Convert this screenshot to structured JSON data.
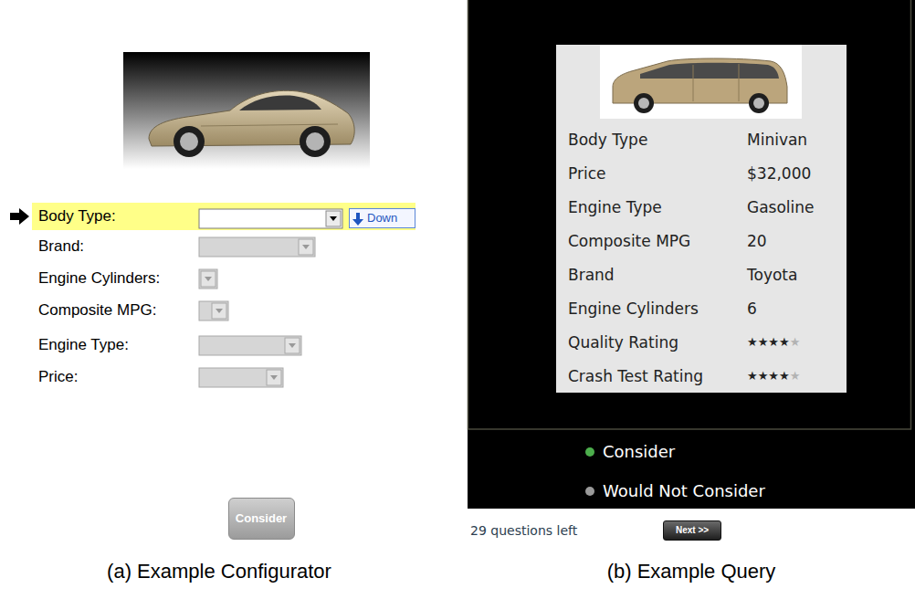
{
  "diagram": {
    "nodes": [
      {
        "text": [
          "Body Type:"
        ]
      },
      {
        "text": [
          "Down"
        ],
        "in": 0
      },
      {
        "text": [
          "Consider"
        ]
      },
      {
        "text": [
          "Consider",
          "Would Not Consider"
        ]
      },
      {
        "text": [
          "Body Type",
          "Minivan",
          "Price",
          "$32,000",
          "Engine Type",
          "Gasoline",
          "Composite MPG",
          "20",
          "Brand",
          "Toyota",
          "Engine Cylinders",
          "6",
          "Quality Rating",
          "★★★★★",
          "Crash Test Rating",
          "★★★★★"
        ],
        "in": 3
      },
      {
        "text": [
          "Next >>"
        ]
      }
    ],
    "labels": [
      "Brand:",
      "Engine Cylinders:",
      "Composite MPG:",
      "Engine Type:",
      "Price:",
      "29 questions left",
      "(a) Example Configurator",
      "(b) Example Query"
    ]
  }
}
